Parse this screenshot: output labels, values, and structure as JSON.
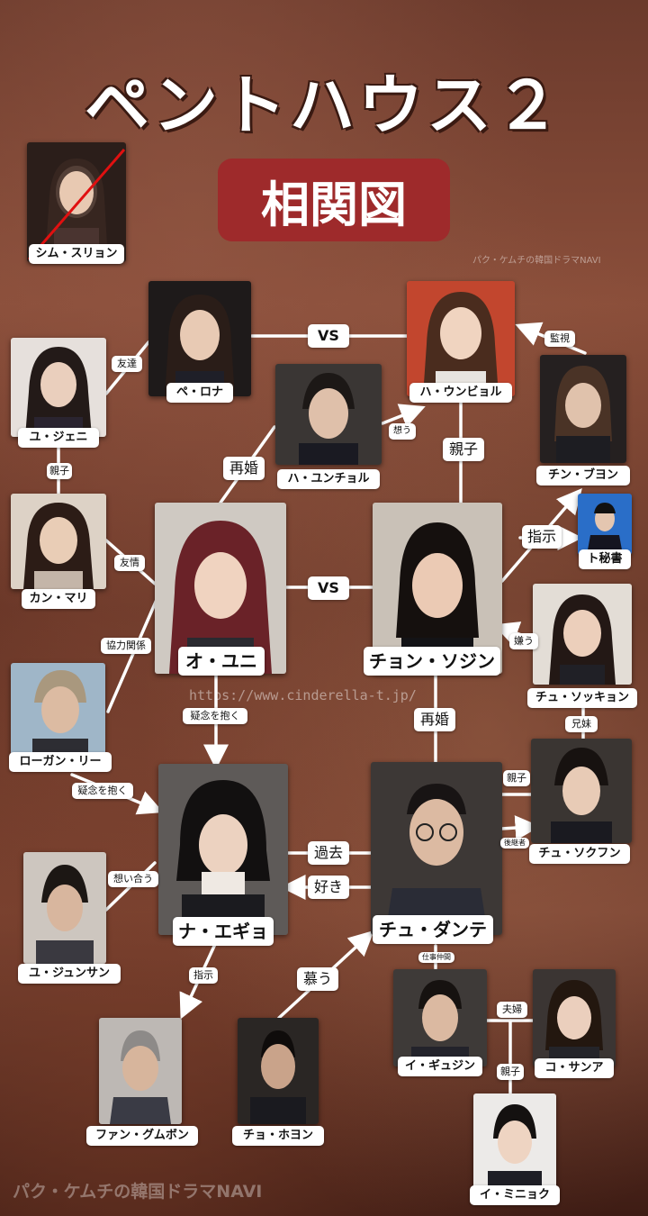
{
  "title": "ペントハウス２",
  "subtitle": "相関図",
  "watermark_top": "パク・ケムチの韓国ドラマNAVI",
  "watermark_url": "https://www.cinderella-t.jp/",
  "watermark_bottom": "パク・ケムチの韓国ドラマNAVI",
  "characters": {
    "shim": "シム・スリョン",
    "bae": "ペ・ロナ",
    "ha_eb": "ハ・ウンビョル",
    "yu_jeni": "ユ・ジェニ",
    "ha_yc": "ハ・ユンチョル",
    "chin": "チン・ブヨン",
    "kang": "カン・マリ",
    "oh": "オ・ユニ",
    "chun_sj": "チョン・ソジン",
    "bok": "ト秘書",
    "joo_sk": "チュ・ソッキョン",
    "logan": "ローガン・リー",
    "na": "ナ・エギョ",
    "joo_dt": "チュ・ダンテ",
    "joo_sh": "チュ・ソクフン",
    "yu_js": "ユ・ジュンサン",
    "lee_gj": "イ・ギュジン",
    "go": "コ・サンア",
    "hwang": "ファン・グムボン",
    "cho": "チョ・ホヨン",
    "lee_mh": "イ・ミニョク"
  },
  "relations": {
    "vs1": "VS",
    "vs2": "VS",
    "kansi": "監視",
    "tomodachi": "友達",
    "omou": "想う",
    "oyako1": "親子",
    "saikon1": "再婚",
    "oyako2": "親子",
    "shiji1": "指示",
    "yujo": "友情",
    "iyau": "嫌う",
    "kyoryoku": "協力関係",
    "ginen1": "疑念を抱く",
    "saikon2": "再婚",
    "kyomai": "兄妹",
    "ginen2": "疑念を抱く",
    "oyako3": "親子",
    "koukeisha": "後継者",
    "kako": "過去",
    "omoiau": "想い合う",
    "suki": "好き",
    "shigoto": "仕事仲間",
    "shiji2": "指示",
    "shitau": "慕う",
    "fuufu": "夫婦",
    "oyako4": "親子"
  },
  "colors": {
    "accent": "#9e2a2b",
    "line": "#ffffff",
    "cross": "#e01010"
  }
}
